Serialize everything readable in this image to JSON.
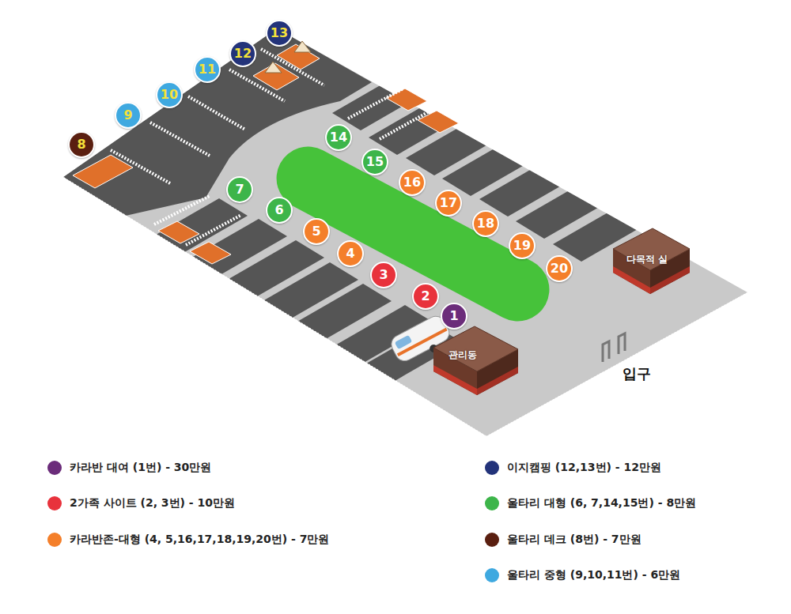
{
  "diagram": {
    "nodes": [
      {
        "text": [
          "1"
        ]
      },
      {
        "text": [
          "2"
        ]
      },
      {
        "text": [
          "3"
        ]
      },
      {
        "text": [
          "4"
        ]
      },
      {
        "text": [
          "5"
        ]
      },
      {
        "text": [
          "6"
        ]
      },
      {
        "text": [
          "7"
        ]
      },
      {
        "text": [
          "8"
        ]
      },
      {
        "text": [
          "9"
        ]
      },
      {
        "text": [
          "10"
        ]
      },
      {
        "text": [
          "11"
        ]
      },
      {
        "text": [
          "12"
        ]
      },
      {
        "text": [
          "13"
        ]
      },
      {
        "text": [
          "14"
        ]
      },
      {
        "text": [
          "15"
        ]
      },
      {
        "text": [
          "16"
        ]
      },
      {
        "text": [
          "17"
        ]
      },
      {
        "text": [
          "18"
        ]
      },
      {
        "text": [
          "19"
        ]
      },
      {
        "text": [
          "20"
        ]
      },
      {
        "text": [
          "관리동"
        ]
      },
      {
        "text": [
          "다목적 실"
        ]
      }
    ],
    "labels": [
      "입구"
    ],
    "legend": [
      {
        "text": "카라반 대여 (1번) - 30만원",
        "color": "#6b2c7a"
      },
      {
        "text": "2가족 사이트 (2, 3번) - 10만원",
        "color": "#e8323c"
      },
      {
        "text": "카라반존-대형 (4, 5,16,17,18,19,20번) - 7만원",
        "color": "#f47f2a"
      },
      {
        "text": "이지캠핑 (12,13번) - 12만원",
        "color": "#23337a"
      },
      {
        "text": "울타리 대형 (6, 7,14,15번) - 8만원",
        "color": "#3db54a"
      },
      {
        "text": "울타리 데크 (8번) - 7만원",
        "color": "#5a1f10"
      },
      {
        "text": "울타리 중형 (9,10,11번) - 6만원",
        "color": "#3fa9e0"
      }
    ]
  }
}
